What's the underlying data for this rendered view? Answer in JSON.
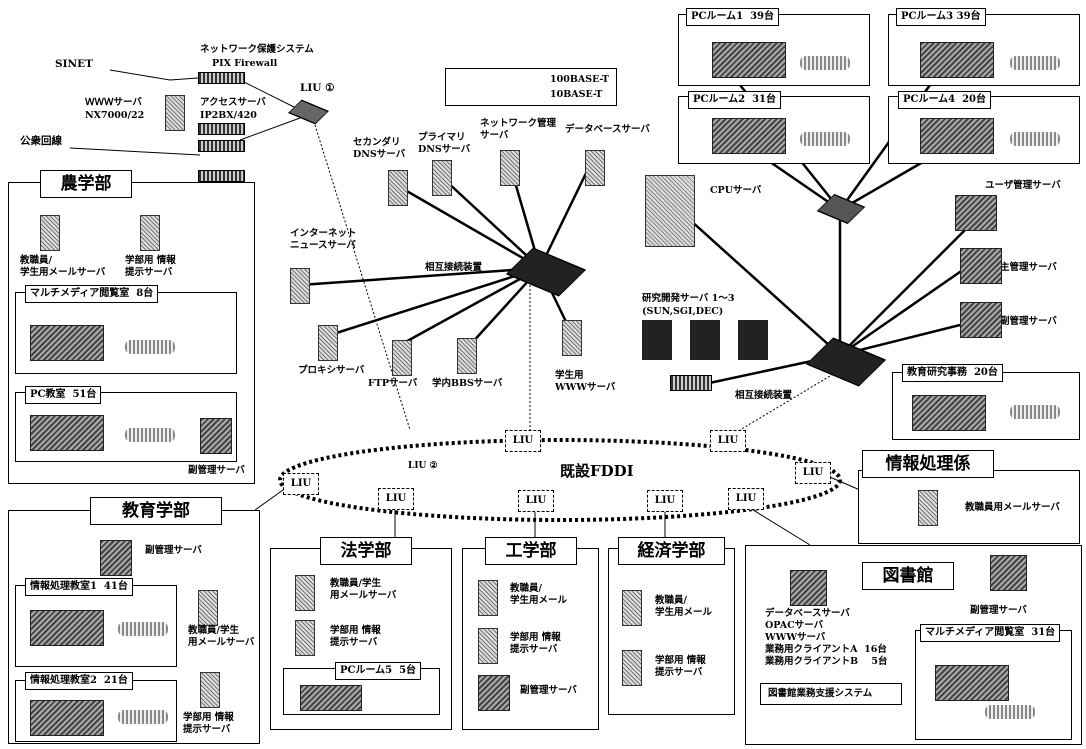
{
  "top": {
    "sinet": "SINET",
    "public_line": "公衆回線",
    "firewall_label": "ネットワーク保護システム",
    "firewall_model": "PIX Firewall",
    "www_server": "ＷＷＷサーバ",
    "www_model": "NX7000/22",
    "access_server": "アクセスサーバ",
    "access_model": "IP2BX/420",
    "liu1": "LIU ①",
    "liu2": "LIU ②"
  },
  "legend": {
    "thick": "100BASE-T",
    "thin": "10BASE-T"
  },
  "center": {
    "secondary_dns": "セカンダリ\nDNSサーバ",
    "primary_dns": "プライマリ\nDNSサーバ",
    "net_mgmt": "ネットワーク管理\nサーバ",
    "database": "データベースサーバ",
    "news": "インターネット\nニュースサーバ",
    "switch1": "相互接続装置",
    "proxy": "プロキシサーバ",
    "ftp": "FTPサーバ",
    "bbs": "学内BBSサーバ",
    "student_www": "学生用\nWWWサーバ",
    "fddi": "既設FDDI",
    "liu": "LIU"
  },
  "right": {
    "pc1": "PCルーム1  39台",
    "pc3": "PCルーム3 39台",
    "pc2": "PCルーム2  31台",
    "pc4": "PCルーム4  20台",
    "cpu": "CPUサーバ",
    "user_mgmt": "ユーザ管理サーバ",
    "main_mgmt": "主管理サーバ",
    "sub_mgmt": "副管理サーバ",
    "research": "研究開発サーバ 1～3",
    "research_os": "(SUN,SGI,DEC)",
    "switch2": "相互接続装置",
    "edu_office": "教育研究事務  20台"
  },
  "agri": {
    "title": "農学部",
    "mail": "教職員/\n学生用メールサーバ",
    "info": "学部用 情報\n提示サーバ",
    "mm_room": "マルチメディア閲覧室  8台",
    "pc_room": "PC教室  51台",
    "sub_mgmt": "副管理サーバ"
  },
  "edu": {
    "title": "教育学部",
    "sub_mgmt": "副管理サーバ",
    "room1": "情報処理教室1  41台",
    "mail": "教職員/学生\n用メールサーバ",
    "room2": "情報処理教室2  21台",
    "info": "学部用 情報\n提示サーバ"
  },
  "law": {
    "title": "法学部",
    "mail": "教職員/学生\n用メールサーバ",
    "info": "学部用 情報\n提示サーバ",
    "pc5": "PCルーム5  5台"
  },
  "eng": {
    "title": "工学部",
    "mail": "教職員/\n学生用メール",
    "info": "学部用 情報\n提示サーバ",
    "sub_mgmt": "副管理サーバ"
  },
  "econ": {
    "title": "経済学部",
    "mail": "教職員/\n学生用メール",
    "info": "学部用 情報\n提示サーバ"
  },
  "library": {
    "title": "図書館",
    "lines": "データベースサーバ\nOPACサーバ\nWWWサーバ\n業務用クライアントA  16台\n業務用クライアントB    5台",
    "system": "図書館業務支援システム",
    "sub_mgmt": "副管理サーバ",
    "mm_room": "マルチメディア閲覧室  31台"
  },
  "info_section": {
    "title": "情報処理係",
    "mail": "教職員用メールサーバ"
  }
}
